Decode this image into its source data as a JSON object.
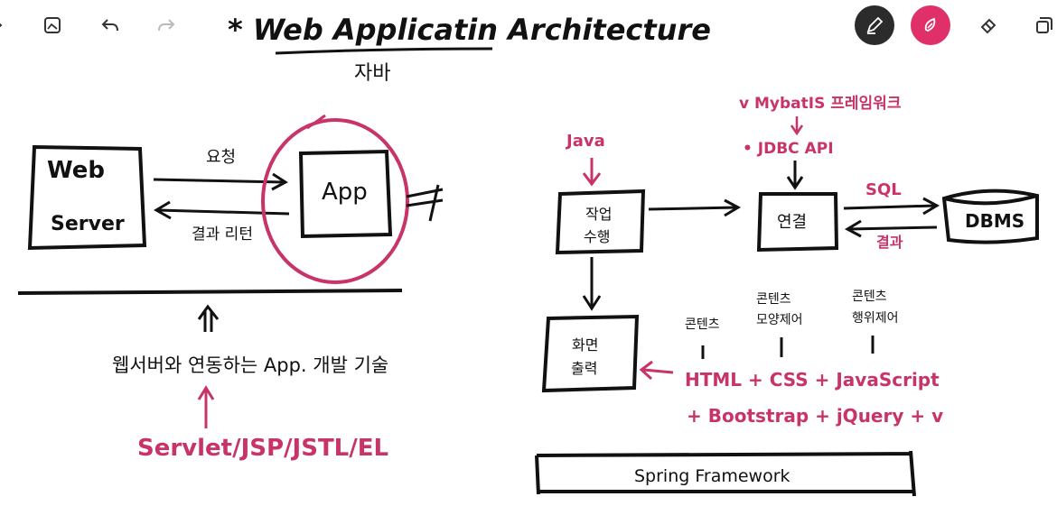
{
  "colors": {
    "ink": "#111111",
    "accent": "#c8336a",
    "toolbar_dark": "#2b2b2b",
    "toolbar_pink": "#e0306a"
  },
  "toolbar": {
    "left": [
      {
        "icon": "redo-edge-icon"
      },
      {
        "icon": "add-image-icon"
      },
      {
        "icon": "undo-icon"
      },
      {
        "icon": "redo-icon"
      }
    ],
    "right": [
      {
        "icon": "pen-icon",
        "active": true
      },
      {
        "icon": "highlighter-icon",
        "active": true
      },
      {
        "icon": "eraser-icon"
      },
      {
        "icon": "lasso-icon"
      }
    ]
  },
  "note": {
    "title": "* Web Applicatin Architecture",
    "subtitle": "자바",
    "left": {
      "web_server": [
        "Web",
        "Server"
      ],
      "app": "App",
      "request_label": "요청",
      "response_label": "결과 리턴",
      "tech_caption": "웹서버와 연동하는 App. 개발 기술",
      "tech_list": "Servlet/JSP/JSTL/EL"
    },
    "right": {
      "java": "Java",
      "mybatis": "v MybatIS 프레임워크",
      "jdbc": "• JDBC API",
      "logic": [
        "작업",
        "수행"
      ],
      "connect": "연결",
      "sql": "SQL",
      "result": "결과",
      "dbms": "DBMS",
      "output": [
        "화면",
        "출력"
      ],
      "content": "콘텐츠",
      "content_style": [
        "콘텐츠",
        "모양제어"
      ],
      "content_behavior": [
        "콘텐츠",
        "행위제어"
      ],
      "frontend_line1": "HTML + CSS + JavaScript",
      "frontend_line2": "+ Bootstrap + jQuery + v",
      "framework": "Spring Framework"
    }
  }
}
